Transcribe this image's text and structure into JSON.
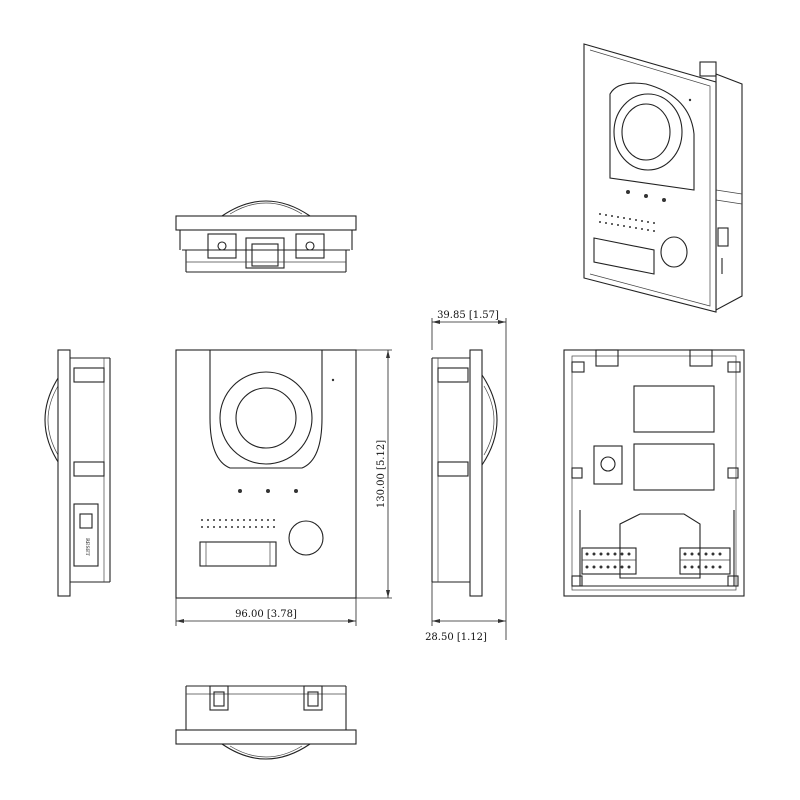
{
  "views": {
    "front": {
      "width_label": "96.00 [3.78]",
      "height_label": "130.00 [5.12]"
    },
    "side": {
      "depth_label": "39.85 [1.57]",
      "body_depth_label": "28.50 [1.12]"
    },
    "left": {
      "button_label": "RESET"
    }
  }
}
